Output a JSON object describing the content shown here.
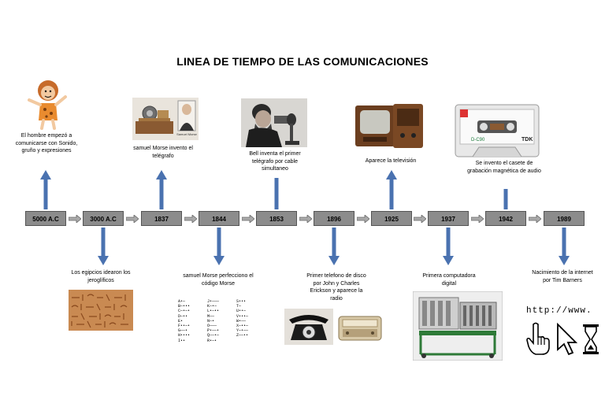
{
  "title": "LINEA DE TIEMPO DE LAS COMUNICACIONES",
  "accent_color": "#4a72b0",
  "box_color": "#8c8c8c",
  "years": [
    "5000 A.C",
    "3000 A.C",
    "1837",
    "1844",
    "1853",
    "1896",
    "1925",
    "1937",
    "1942",
    "1989"
  ],
  "events": {
    "e5000": "El hombre empezó a comunicarse con Sonido, gruño y expresiones",
    "e3000": "Los egipcios idearon los jeroglíficos",
    "e1837": "samuel Morse invento el telégrafo",
    "e1844": "samuel Morse perfecciono el código Morse",
    "e1853": "Bell inventa el primer telégrafo por cable simultaneo",
    "e1896": "Primer telefono de disco por John y Charles Erickson y aparece la radio",
    "e1925": "Aparece la televisión",
    "e1937": "Primera computadora digital",
    "e1942": "Se invento el casete de grabación magnética de audio",
    "e1989": "Nacimiento de la internet por Tim Barners"
  },
  "image_text": {
    "morse_label": "Samuel Morse",
    "cassette_brand": "TDK",
    "cassette_model": "D-C90",
    "www": "http://www."
  },
  "morse_table": {
    "col1": "A•—\nB—•••\nC—•—•\nD—••\nE•\nF••—•\nG——•\nH••••\nI••",
    "col2": "J•———\nK—•—\nL•—••\nM——\nN—•\nO———\nP•——•\nQ——•—\nR•—•",
    "col3": "S•••\nT—\nU••—\nV•••—\nW•——\nX—••—\nY—•——\nZ——••"
  }
}
